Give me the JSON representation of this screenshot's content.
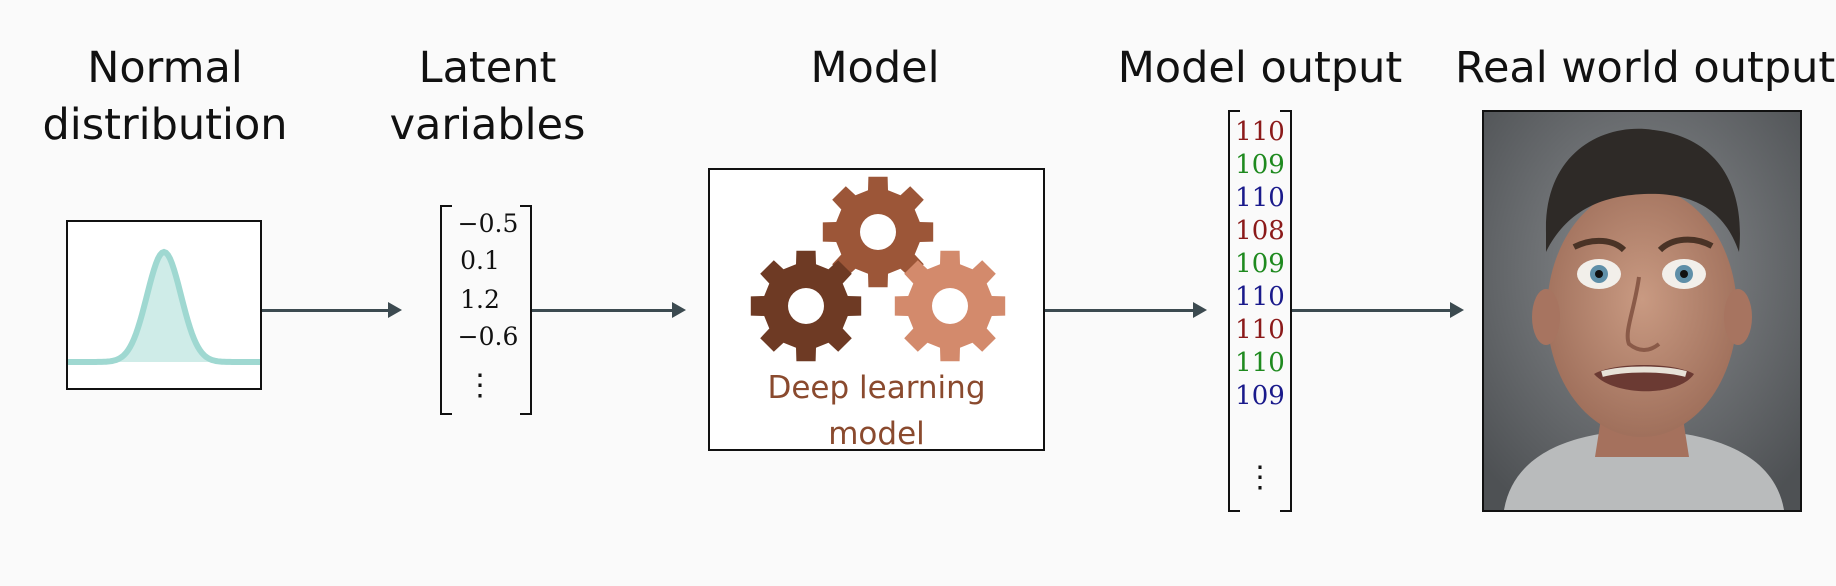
{
  "headings": {
    "normal": "Normal\ndistribution",
    "normal_line1": "Normal",
    "normal_line2": "distribution",
    "latent_line1": "Latent",
    "latent_line2": "variables",
    "model": "Model",
    "model_output": "Model output",
    "real_world": "Real world output"
  },
  "latent_vector": [
    "−0.5",
    "0.1",
    "1.2",
    "−0.6",
    "⋮"
  ],
  "model_box": {
    "label_line1": "Deep learning",
    "label_line2": "model",
    "label_color": "#8a4a2e",
    "gear_colors": [
      "#9c5638",
      "#6e3a24",
      "#d38a6c"
    ]
  },
  "model_output": {
    "values": [
      {
        "v": "110",
        "color": "#8b1a1a"
      },
      {
        "v": "109",
        "color": "#1f8a1f"
      },
      {
        "v": "110",
        "color": "#1a1a8b"
      },
      {
        "v": "108",
        "color": "#8b1a1a"
      },
      {
        "v": "109",
        "color": "#1f8a1f"
      },
      {
        "v": "110",
        "color": "#1a1a8b"
      },
      {
        "v": "110",
        "color": "#8b1a1a"
      },
      {
        "v": "110",
        "color": "#1f8a1f"
      },
      {
        "v": "109",
        "color": "#1a1a8b"
      }
    ],
    "ellipsis": "⋮"
  },
  "colors": {
    "distribution_fill": "#cfece8",
    "distribution_line": "#9fd8d1",
    "arrow": "#3c4a50"
  }
}
